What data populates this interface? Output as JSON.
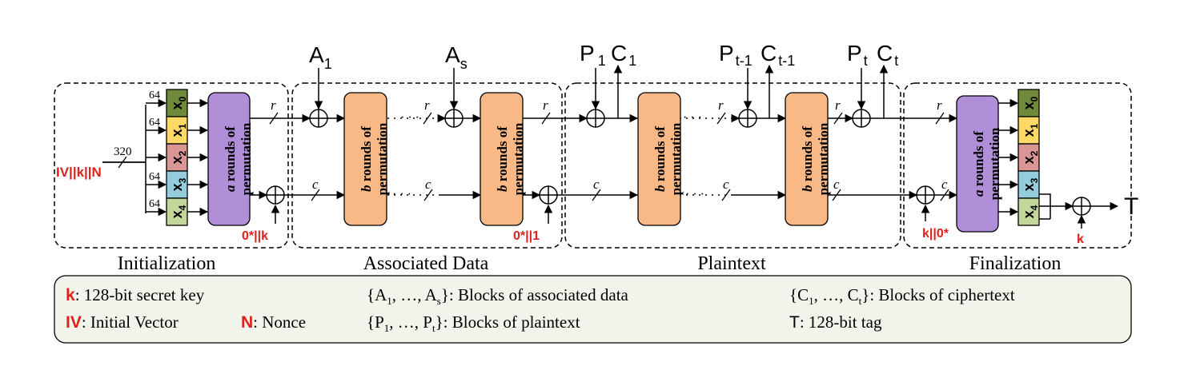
{
  "phases": {
    "init": "Initialization",
    "ad": "Associated Data",
    "pt": "Plaintext",
    "fin": "Finalization"
  },
  "inputs": {
    "init_input": "IV||k||N",
    "init_width": "320",
    "word_width": "64",
    "rate": "r",
    "capacity": "c",
    "ellipsis": "· · ·"
  },
  "state_words": [
    {
      "main": "x",
      "sub": "0",
      "color": "#6f8a3a"
    },
    {
      "main": "x",
      "sub": "1",
      "color": "#ffd966"
    },
    {
      "main": "x",
      "sub": "2",
      "color": "#d99694"
    },
    {
      "main": "x",
      "sub": "3",
      "color": "#93cddd"
    },
    {
      "main": "x",
      "sub": "4",
      "color": "#c4d79b"
    }
  ],
  "perm": {
    "a_round": "a",
    "b_round": "b",
    "rest1": " rounds of",
    "rest2": "permutation"
  },
  "xor_inputs": {
    "init_end": "0*||k",
    "ad_end": "0*||1",
    "fin_start": "k||0*",
    "tag_key": "k"
  },
  "blocks": {
    "A1": {
      "main": "A",
      "sub": "1"
    },
    "As": {
      "main": "A",
      "sub": "s"
    },
    "P1": {
      "main": "P",
      "sub": "1"
    },
    "C1": {
      "main": "C",
      "sub": "1"
    },
    "Pt1": {
      "main": "P",
      "sub": "t-1"
    },
    "Ct1": {
      "main": "C",
      "sub": "t-1"
    },
    "Pt": {
      "main": "P",
      "sub": "t"
    },
    "Ct": {
      "main": "C",
      "sub": "t"
    },
    "T": "T"
  },
  "legend": {
    "k_sym": "k",
    "k_text": ": 128-bit secret key",
    "iv_sym": "IV",
    "iv_text": ": Initial Vector",
    "n_sym": "N",
    "n_text": ": Nonce",
    "ad_open": "{A",
    "ad_s1": "1",
    "ad_mid": ", …, A",
    "ad_s2": "s",
    "ad_text": "}: Blocks of associated data",
    "p_open": "{P",
    "p_s1": "1",
    "p_mid": ", …, P",
    "p_s2": "t",
    "p_text": "}: Blocks of plaintext",
    "c_open": "{C",
    "c_s1": "1",
    "c_mid": ", …, C",
    "c_s2": "t",
    "c_text": "}: Blocks of ciphertext",
    "t_sym": "T",
    "t_text": ": 128-bit tag"
  },
  "colors": {
    "a_perm": "#b18fd8",
    "b_perm": "#f8b986",
    "legend_bg": "#f2f4ec",
    "accent_red": "#e0201b"
  }
}
